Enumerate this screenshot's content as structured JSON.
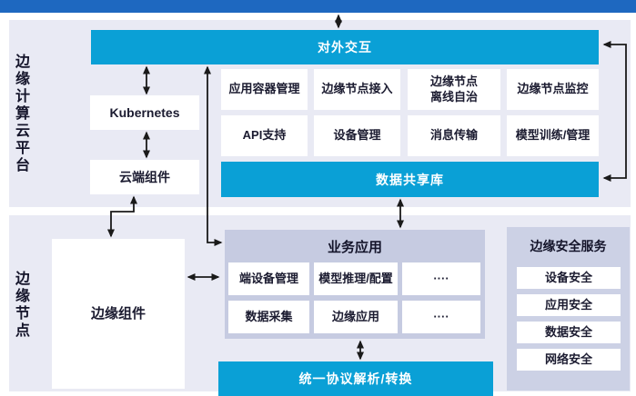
{
  "colors": {
    "top_bar_blue": "#1e68c0",
    "teal_bar": "#0aa0d6",
    "panel_lavender": "#e9eaf4",
    "business_container": "#c6cbe1",
    "security_container": "#ccd1e5",
    "text_dark": "#1b1b30",
    "arrow_black": "#1a1a1a"
  },
  "cloud_platform": {
    "side_label": "边缘计算云平台",
    "external_bar_label": "对外交互",
    "kubernetes_label": "Kubernetes",
    "cloud_component_label": "云端组件",
    "data_share_bar_label": "数据共享库",
    "cells": [
      {
        "label": "应用容器管理"
      },
      {
        "label": "边缘节点接入"
      },
      {
        "label": "边缘节点\n离线自治"
      },
      {
        "label": "边缘节点监控"
      },
      {
        "label": "API支持"
      },
      {
        "label": "设备管理"
      },
      {
        "label": "消息传输"
      },
      {
        "label": "模型训练/管理"
      }
    ]
  },
  "edge_node": {
    "side_label": "边缘节点",
    "edge_component_label": "边缘组件",
    "business_app": {
      "title": "业务应用",
      "cells": [
        {
          "label": "端设备管理"
        },
        {
          "label": "模型推理/配置"
        },
        {
          "label": "····"
        },
        {
          "label": "数据采集"
        },
        {
          "label": "边缘应用"
        },
        {
          "label": "····"
        }
      ]
    },
    "protocol_bar_label": "统一协议解析/转换",
    "security_service": {
      "title": "边缘安全服务",
      "items": [
        {
          "label": "设备安全"
        },
        {
          "label": "应用安全"
        },
        {
          "label": "数据安全"
        },
        {
          "label": "网络安全"
        }
      ]
    }
  }
}
